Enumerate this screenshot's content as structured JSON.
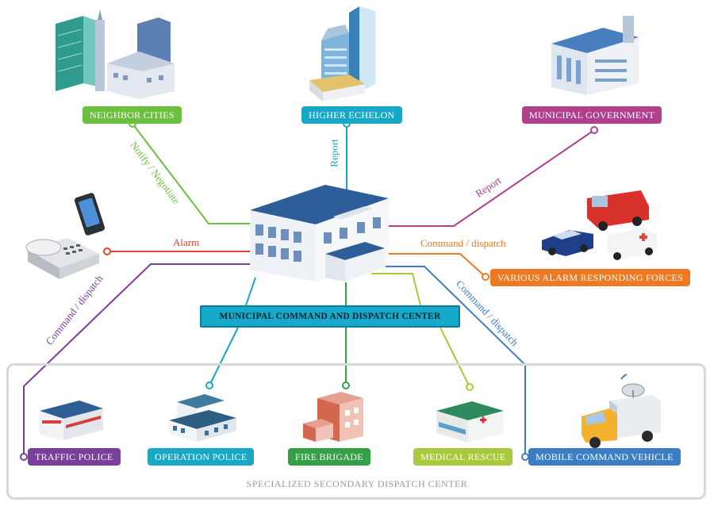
{
  "center": {
    "label": "MUNICIPAL COMMAND AND DISPATCH CENTER"
  },
  "nodes": {
    "neighbor_cities": "NEIGHBOR CITIES",
    "higher_echelon": "HIGHER ECHELON",
    "municipal_government": "MUNICIPAL GOVERNMENT",
    "alarm_forces": "VARIOUS ALARM RESPONDING FORCES",
    "traffic_police": "TRAFFIC POLICE",
    "operation_police": "OPERATION POLICE",
    "fire_brigade": "FIRE BRIGADE",
    "medical_rescue": "MEDICAL RESCUE",
    "mobile_command_vehicle": "MOBILE COMMAND VEHICLE"
  },
  "edges": {
    "notify_negotiate": "Notify / Negotiate",
    "report_up": "Report",
    "report_gov": "Report",
    "alarm": "Alarm",
    "command_forces": "Command / dispatch",
    "command_traffic": "Command / dispatch",
    "command_mobile": "Command / dispatch"
  },
  "footer": {
    "caption": "SPECIALIZED SECONDARY DISPATCH CENTER"
  },
  "colors": {
    "green": "#6cbf3f",
    "cyan": "#19a7c6",
    "magenta": "#b0408e",
    "red": "#e0452e",
    "orange": "#ec7a24",
    "purple": "#7a3f9a",
    "blue": "#3c7dc4",
    "dark_green": "#36a048",
    "lime": "#a9c93c"
  }
}
